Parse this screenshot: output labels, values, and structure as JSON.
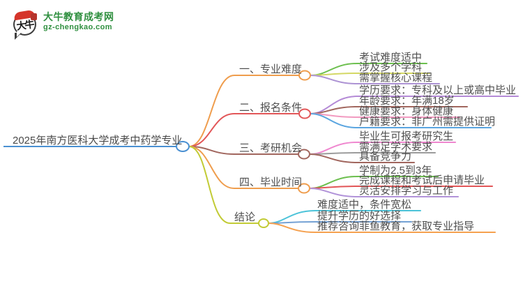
{
  "site": {
    "logo_title": "大牛教育成考网",
    "logo_subtitle": "gz-chengkao.com",
    "logo_chars": "大牛",
    "brand_green": "#2f8f3f",
    "logo_red": "#d5352b"
  },
  "mindmap": {
    "root": {
      "text": "2025年南方医科大学成考中药学专业",
      "color": "#4a90d2"
    },
    "branches": [
      {
        "label": "一、专业难度",
        "color": "#ef9d4d",
        "children": [
          {
            "text": "考试难度适中",
            "color": "#6cbf4e"
          },
          {
            "text": "涉及多个学科",
            "color": "#d4d865"
          },
          {
            "text": "需掌握核心课程",
            "color": "#ad93d4"
          }
        ]
      },
      {
        "label": "二、报名条件",
        "color": "#e25658",
        "children": [
          {
            "text": "学历要求：专科及以上或高中毕业",
            "color": "#b48ad6"
          },
          {
            "text": "年龄要求：年满18岁",
            "color": "#a1665e"
          },
          {
            "text": "健康要求：身体健康",
            "color": "#f29ac0"
          },
          {
            "text": "户籍要求：非广州需提供证明",
            "color": "#5aa5e0"
          }
        ]
      },
      {
        "label": "三、考研机会",
        "color": "#a1665e",
        "children": [
          {
            "text": "毕业生可报考研究生",
            "color": "#ef87cf"
          },
          {
            "text": "需满足学术要求",
            "color": "#9c9c9c"
          },
          {
            "text": "具备竞争力",
            "color": "#a1665e"
          }
        ]
      },
      {
        "label": "四、毕业时间",
        "color": "#ef9d4d",
        "children": [
          {
            "text": "学制为2.5到3年",
            "color": "#6cbf4e"
          },
          {
            "text": "完成课程和考试后申请毕业",
            "color": "#e25658"
          },
          {
            "text": "灵活安排学习与工作",
            "color": "#b193d9"
          }
        ]
      },
      {
        "label": "结论",
        "color": "#c2cb35",
        "children": [
          {
            "text": "难度适中，条件宽松",
            "color": "#4cc3d9"
          },
          {
            "text": "提升学历的好选择",
            "color": "#74a1d4"
          },
          {
            "text": "推荐咨询菲鱼教育，获取专业指导",
            "color": "#f5a14f"
          }
        ]
      }
    ]
  }
}
